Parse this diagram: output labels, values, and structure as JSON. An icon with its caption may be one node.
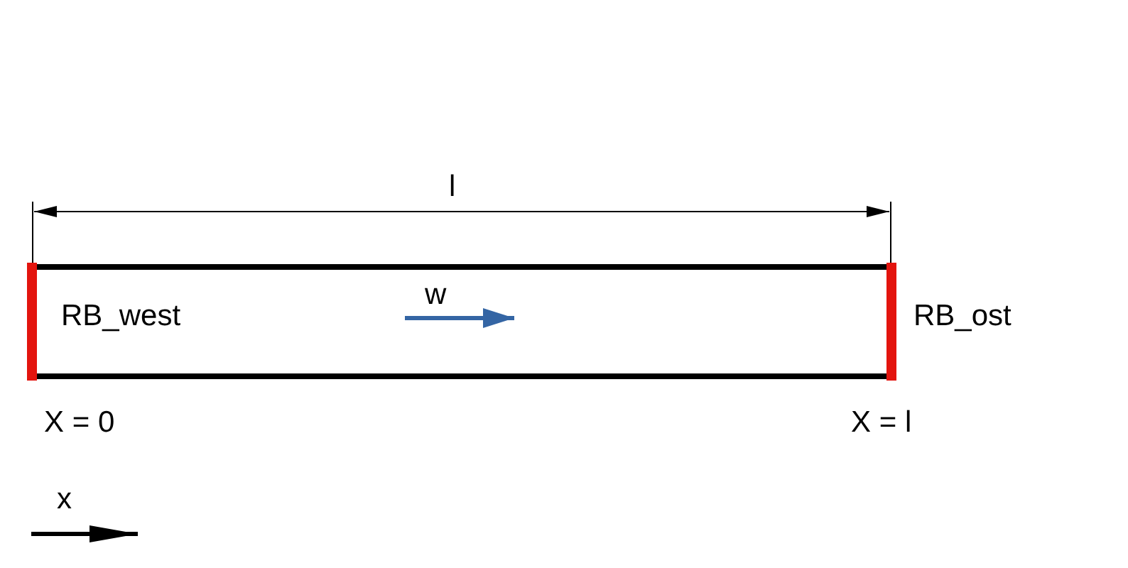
{
  "diagram": {
    "labels": [
      "l",
      "RB_west",
      "w",
      "RB_ost",
      "X = 0",
      "X = l",
      "x"
    ]
  }
}
